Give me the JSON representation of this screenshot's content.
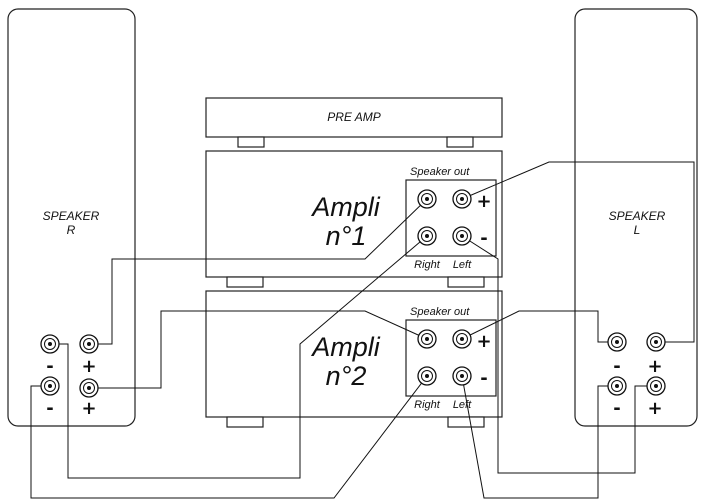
{
  "preamp": {
    "label": "PRE AMP"
  },
  "speaker_right": {
    "line1": "SPEAKER",
    "line2": "R"
  },
  "speaker_left": {
    "line1": "SPEAKER",
    "line2": "L"
  },
  "amp1": {
    "name_line1": "Ampli",
    "name_line2": "n°1",
    "speaker_out": "Speaker out",
    "right_label": "Right",
    "left_label": "Left"
  },
  "amp2": {
    "name_line1": "Ampli",
    "name_line2": "n°2",
    "speaker_out": "Speaker out",
    "right_label": "Right",
    "left_label": "Left"
  },
  "symbols": {
    "plus": "+",
    "minus": "-"
  }
}
